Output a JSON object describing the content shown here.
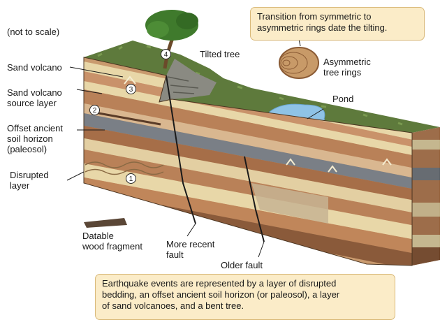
{
  "labels": {
    "not_to_scale": "(not to scale)",
    "sand_volcano": "Sand volcano",
    "sand_volcano_source_1": "Sand volcano",
    "sand_volcano_source_2": "source layer",
    "offset_soil_1": "Offset ancient",
    "offset_soil_2": "soil horizon",
    "offset_soil_3": "(paleosol)",
    "disrupted_1": "Disrupted",
    "disrupted_2": "layer",
    "tilted_tree": "Tilted tree",
    "asym_rings_1": "Asymmetric",
    "asym_rings_2": "tree rings",
    "pond": "Pond",
    "wood_1": "Datable",
    "wood_2": "wood fragment",
    "recent_fault_1": "More recent",
    "recent_fault_2": "fault",
    "older_fault": "Older fault"
  },
  "callouts": {
    "top_line1": "Transition from symmetric to",
    "top_line2": "asymmetric rings date the tilting.",
    "bottom_line1": "Earthquake events are represented by a layer of disrupted",
    "bottom_line2": "bedding, an offset ancient soil horizon (or paleosol), a layer",
    "bottom_line3": "of sand volcanoes, and a bent tree."
  },
  "markers": [
    "1",
    "2",
    "3",
    "4"
  ],
  "colors": {
    "callout_bg": "#fbecc8",
    "grass_top": "#5e7a3c",
    "pond": "#8fc3e6",
    "sand_layer": "#e8d7a8",
    "brown_layer": "#b98158",
    "gray_layer": "#7a7f86",
    "tree_foliage": "#3f7a2c"
  }
}
